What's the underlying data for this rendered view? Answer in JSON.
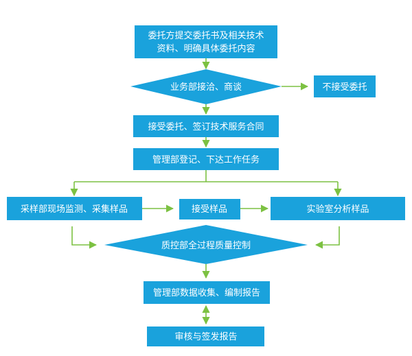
{
  "nodes": {
    "submit": {
      "line1": "委托方提交委托书及相关技术",
      "line2": "资料、明确具体委托内容"
    },
    "negotiate": {
      "label": "业务部接洽、商谈"
    },
    "reject": {
      "label": "不接受委托"
    },
    "accept": {
      "label": "接受委托、签订技术服务合同"
    },
    "register": {
      "label": "管理部登记、下达工作任务"
    },
    "sampling": {
      "label": "采样部现场监测、采集样品"
    },
    "receive": {
      "label": "接受样品"
    },
    "lab": {
      "label": "实验室分析样品"
    },
    "qc": {
      "label": "质控部全过程质量控制"
    },
    "report": {
      "label": "管理部数据收集、编制报告"
    },
    "review": {
      "label": "审核与签发报告"
    }
  },
  "colors": {
    "box": "#1aa2dc",
    "text": "#ffffff",
    "arrow": "#7cc142"
  }
}
